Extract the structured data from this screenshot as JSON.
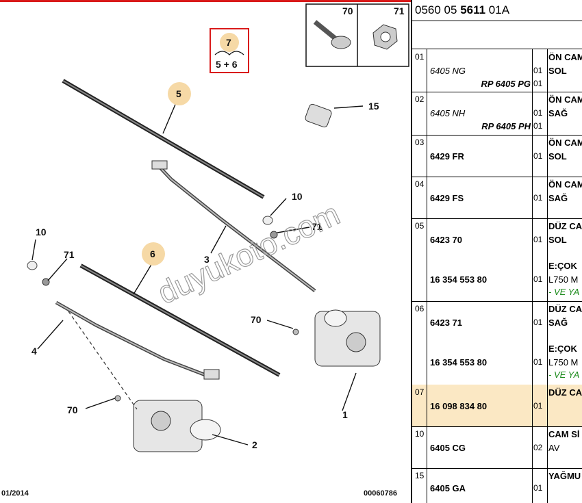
{
  "header": {
    "ref_part1": "0560 05 ",
    "ref_bold": "5611",
    "ref_part2": " 01A"
  },
  "diagram": {
    "callouts": [
      "1",
      "2",
      "3",
      "4",
      "5",
      "6",
      "7",
      "10",
      "10",
      "15",
      "70",
      "70",
      "70",
      "71",
      "71",
      "71"
    ],
    "group_badge": {
      "number": "7",
      "sub": "5 + 6"
    },
    "inset_labels": [
      "70",
      "71"
    ],
    "watermark": "duyukoto.com"
  },
  "footer": {
    "date": "01/2014",
    "code": "00060786"
  },
  "rows": [
    {
      "idx": "01",
      "refs": [
        {
          "text": "6405 NG",
          "style": "italic"
        },
        {
          "text": "RP 6405 PG",
          "style": "bolditalic"
        }
      ],
      "qtys": [
        "01",
        "01"
      ],
      "desc": [
        "ÖN CAM",
        "SOL"
      ]
    },
    {
      "idx": "02",
      "refs": [
        {
          "text": "6405 NH",
          "style": "italic"
        },
        {
          "text": "RP 6405 PH",
          "style": "bolditalic"
        }
      ],
      "qtys": [
        "01",
        "01"
      ],
      "desc": [
        "ÖN CAM",
        "SAĞ"
      ]
    },
    {
      "idx": "03",
      "refs": [
        {
          "text": "6429 FR",
          "style": "bold"
        }
      ],
      "qtys": [
        "01"
      ],
      "desc": [
        "ÖN CAM",
        "SOL"
      ]
    },
    {
      "idx": "04",
      "refs": [
        {
          "text": "6429 FS",
          "style": "bold"
        }
      ],
      "qtys": [
        "01"
      ],
      "desc": [
        "ÖN CAM",
        "SAĞ"
      ]
    },
    {
      "idx": "05",
      "refs": [
        {
          "text": "6423 70",
          "style": "bold"
        },
        {
          "text": "16 354 553 80",
          "style": "bold"
        }
      ],
      "qtys": [
        "01",
        "01"
      ],
      "desc": [
        "DÜZ CAM",
        "SOL",
        "E:ÇOK",
        "L750 M",
        "- VE YA"
      ]
    },
    {
      "idx": "06",
      "refs": [
        {
          "text": "6423 71",
          "style": "bold"
        },
        {
          "text": "16 354 553 80",
          "style": "bold"
        }
      ],
      "qtys": [
        "01",
        "01"
      ],
      "desc": [
        "DÜZ CAM",
        "SAĞ",
        "E:ÇOK",
        "L750 M",
        "- VE YA"
      ]
    },
    {
      "idx": "07",
      "refs": [
        {
          "text": "16 098 834 80",
          "style": "bold"
        }
      ],
      "qtys": [
        "01"
      ],
      "desc": [
        "DÜZ CAM"
      ]
    },
    {
      "idx": "10",
      "refs": [
        {
          "text": "6405 CG",
          "style": "bold"
        }
      ],
      "qtys": [
        "02"
      ],
      "desc": [
        "CAM Sİ",
        "AV"
      ]
    },
    {
      "idx": "15",
      "refs": [
        {
          "text": "6405 GA",
          "style": "bold"
        }
      ],
      "qtys": [
        "01"
      ],
      "desc": [
        "YAĞMU"
      ]
    }
  ],
  "colors": {
    "highlight": "#fbe8c4",
    "badge_red": "#d91a1a",
    "callout_fill": "#f6d9a6",
    "green_note": "#1a8a1a"
  }
}
